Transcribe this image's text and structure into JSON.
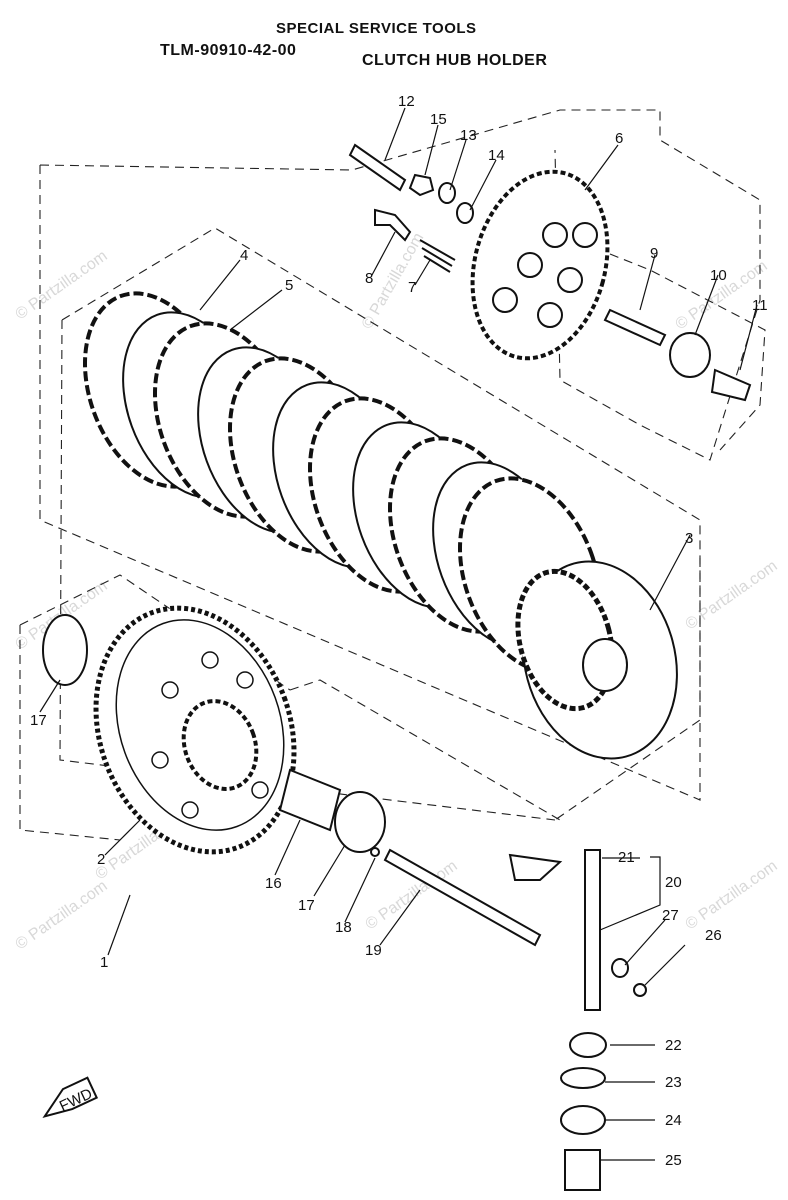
{
  "header": {
    "title": "SPECIAL SERVICE TOOLS",
    "tool_number": "TLM-90910-42-00",
    "tool_name": "CLUTCH HUB HOLDER"
  },
  "callouts": [
    "1",
    "2",
    "3",
    "4",
    "5",
    "6",
    "7",
    "8",
    "9",
    "10",
    "11",
    "12",
    "13",
    "14",
    "15",
    "16",
    "17",
    "17",
    "18",
    "19",
    "20",
    "21",
    "22",
    "23",
    "24",
    "25",
    "26",
    "27"
  ],
  "fwd_label": "FWD",
  "watermarks": [
    "© Partzilla.com",
    "© Partzilla.com",
    "© Partzilla.com",
    "© Partzilla.com",
    "© Partzilla.com",
    "© Partzilla.com",
    "© Partzilla.com",
    "© Partzilla.com",
    "© Partzilla.com"
  ]
}
